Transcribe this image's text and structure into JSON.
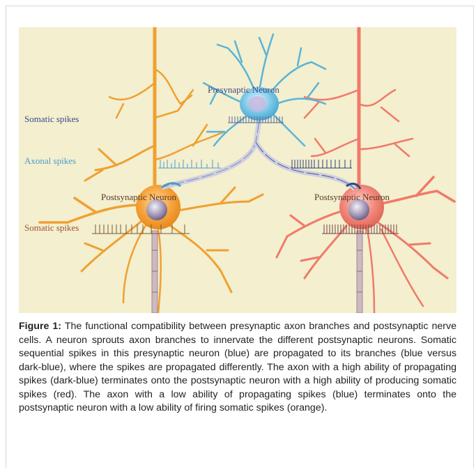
{
  "figure": {
    "labels": {
      "presynaptic_neuron": "Presynaptic Neuron",
      "postsynaptic_neuron_left": "Postsynaptic Neuron",
      "postsynaptic_neuron_right": "Postsynaptic Neuron",
      "somatic_spikes_top": "Somatic spikes",
      "axonal_spikes": "Axonal spikes",
      "somatic_spikes_bottom": "Somatic spikes"
    },
    "colors": {
      "background": "#f3efcf",
      "presynaptic": "#5ab4d6",
      "postsynaptic_left": "#f0a030",
      "postsynaptic_right": "#f07a6a",
      "somatic_label": "#3b4a8a",
      "axonal_label": "#4a9cc8",
      "bottom_label": "#a0522d"
    }
  },
  "caption": {
    "heading": "Figure 1:",
    "text": " The functional compatibility between presynaptic axon branches and postsynaptic nerve cells. A neuron sprouts axon branches to innervate the different postsynaptic neurons. Somatic sequential spikes in this presynaptic neuron (blue) are propagated to its branches (blue versus dark-blue), where the spikes are propagated differently. The axon with a high ability of propagating spikes (dark-blue) terminates onto the postsynaptic neuron with a high ability of producing somatic spikes (red). The axon with a low ability of propagating spikes (blue) terminates onto the postsynaptic neuron with a low ability of firing somatic spikes (orange)."
  }
}
